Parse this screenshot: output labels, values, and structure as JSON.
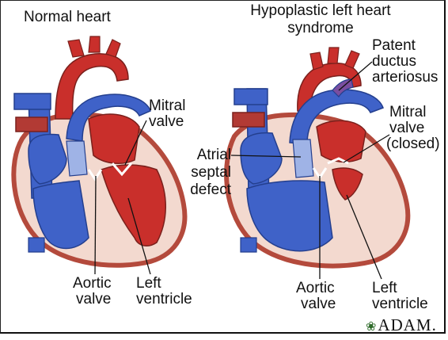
{
  "titles": {
    "left": "Normal heart",
    "right_line1": "Hypoplastic left heart",
    "right_line2": "syndrome"
  },
  "labels": {
    "mitral_left_1": "Mitral",
    "mitral_left_2": "valve",
    "aortic_left_1": "Aortic",
    "aortic_left_2": "valve",
    "lv_left_1": "Left",
    "lv_left_2": "ventricle",
    "patent_1": "Patent",
    "patent_2": "ductus",
    "patent_3": "arteriosus",
    "mitral_right_1": "Mitral",
    "mitral_right_2": "valve",
    "mitral_right_3": "(closed)",
    "asd_1": "Atrial",
    "asd_2": "septal",
    "asd_3": "defect",
    "aortic_right_1": "Aortic",
    "aortic_right_2": "valve",
    "lv_right_1": "Left",
    "lv_right_2": "ventricle"
  },
  "logo": {
    "text": "ADAM.",
    "icon": "leaf-icon"
  },
  "colors": {
    "oxygenated": "#c92f2b",
    "deoxygenated": "#3f62c8",
    "heart_wall": "#f3d9cf",
    "wall_outline": "#b44a3c"
  }
}
